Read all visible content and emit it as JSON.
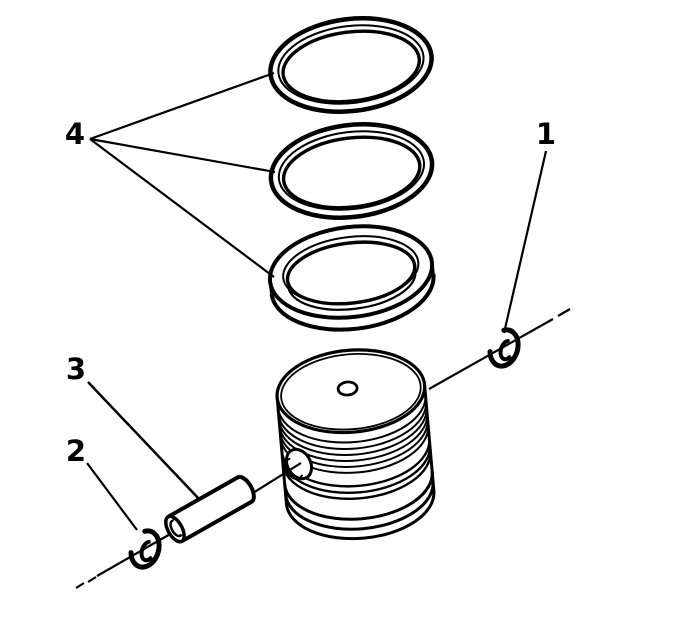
{
  "figure": {
    "type": "exploded-parts-diagram",
    "subject": "piston, piston rings, piston pin and retaining clips",
    "background_color": "#ffffff",
    "line_color": "#000000",
    "callouts": [
      {
        "label": "1"
      },
      {
        "label": "2"
      },
      {
        "label": "3"
      },
      {
        "label": "4"
      }
    ]
  }
}
